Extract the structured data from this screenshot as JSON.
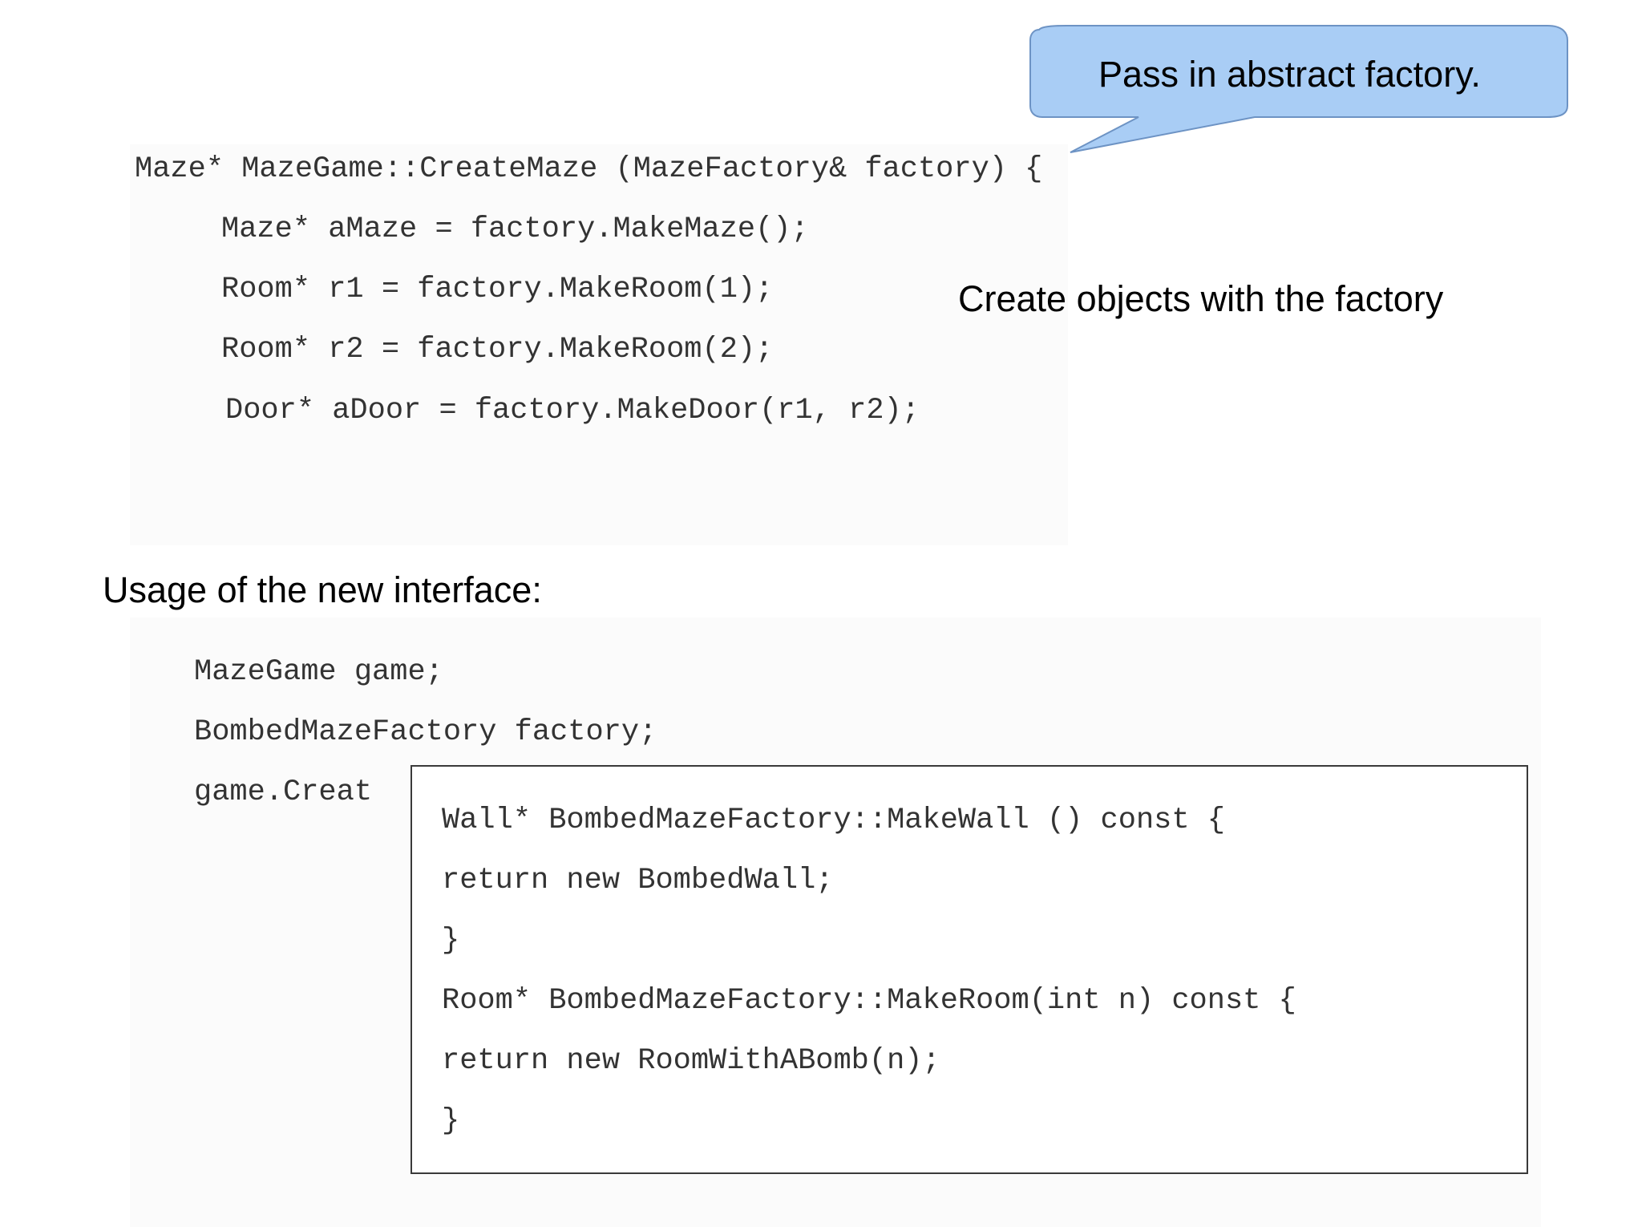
{
  "callout": {
    "text": "Pass in abstract factory.",
    "fill": "#a9cdf5",
    "stroke": "#6d93c4"
  },
  "create_maze_code": {
    "lines": [
      "Maze* MazeGame::CreateMaze (MazeFactory& factory) {",
      "Maze* aMaze = factory.MakeMaze();",
      "Room* r1 = factory.MakeRoom(1);",
      "Room* r2 = factory.MakeRoom(2);",
      "Door* aDoor = factory.MakeDoor(r1, r2);"
    ]
  },
  "annotation": {
    "text": "Create objects with the factory"
  },
  "usage": {
    "heading": "Usage of the new interface:",
    "lines": [
      "MazeGame game;",
      "BombedMazeFactory factory;",
      "game.Creat"
    ]
  },
  "overlay": {
    "lines": [
      "Wall* BombedMazeFactory::MakeWall () const {",
      "return new BombedWall;",
      "}",
      "Room* BombedMazeFactory::MakeRoom(int n) const {",
      "return new RoomWithABomb(n);",
      "}"
    ]
  }
}
